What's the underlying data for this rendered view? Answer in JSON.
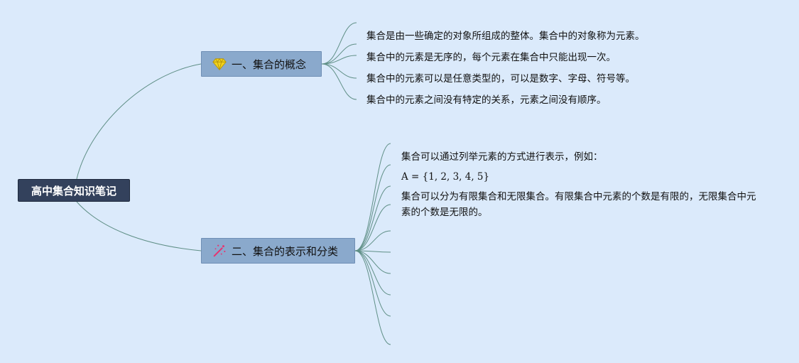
{
  "root": {
    "label": "高中集合知识笔记"
  },
  "topics": [
    {
      "label": "一、集合的概念",
      "icon": "gem-icon",
      "children": [
        "集合是由一些确定的对象所组成的整体。集合中的对象称为元素。",
        "集合中的元素是无序的，每个元素在集合中只能出现一次。",
        "集合中的元素可以是任意类型的，可以是数字、字母、符号等。",
        "集合中的元素之间没有特定的关系，元素之间没有顺序。"
      ]
    },
    {
      "label": "二、集合的表示和分类",
      "icon": "magic-wand-icon",
      "children": [
        "集合可以通过列举元素的方式进行表示，例如：",
        "A = {1, 2, 3, 4, 5}",
        "集合可以分为有限集合和无限集合。有限集合中元素的个数是有限的，无限集合中元素的个数是无限的。"
      ]
    }
  ],
  "colors": {
    "background": "#dbeafb",
    "root_fill": "#33415c",
    "topic_fill": "#8aa9cc",
    "edge": "#5f8f86",
    "gem": "#f2d21b",
    "wand": "#e8336f"
  }
}
